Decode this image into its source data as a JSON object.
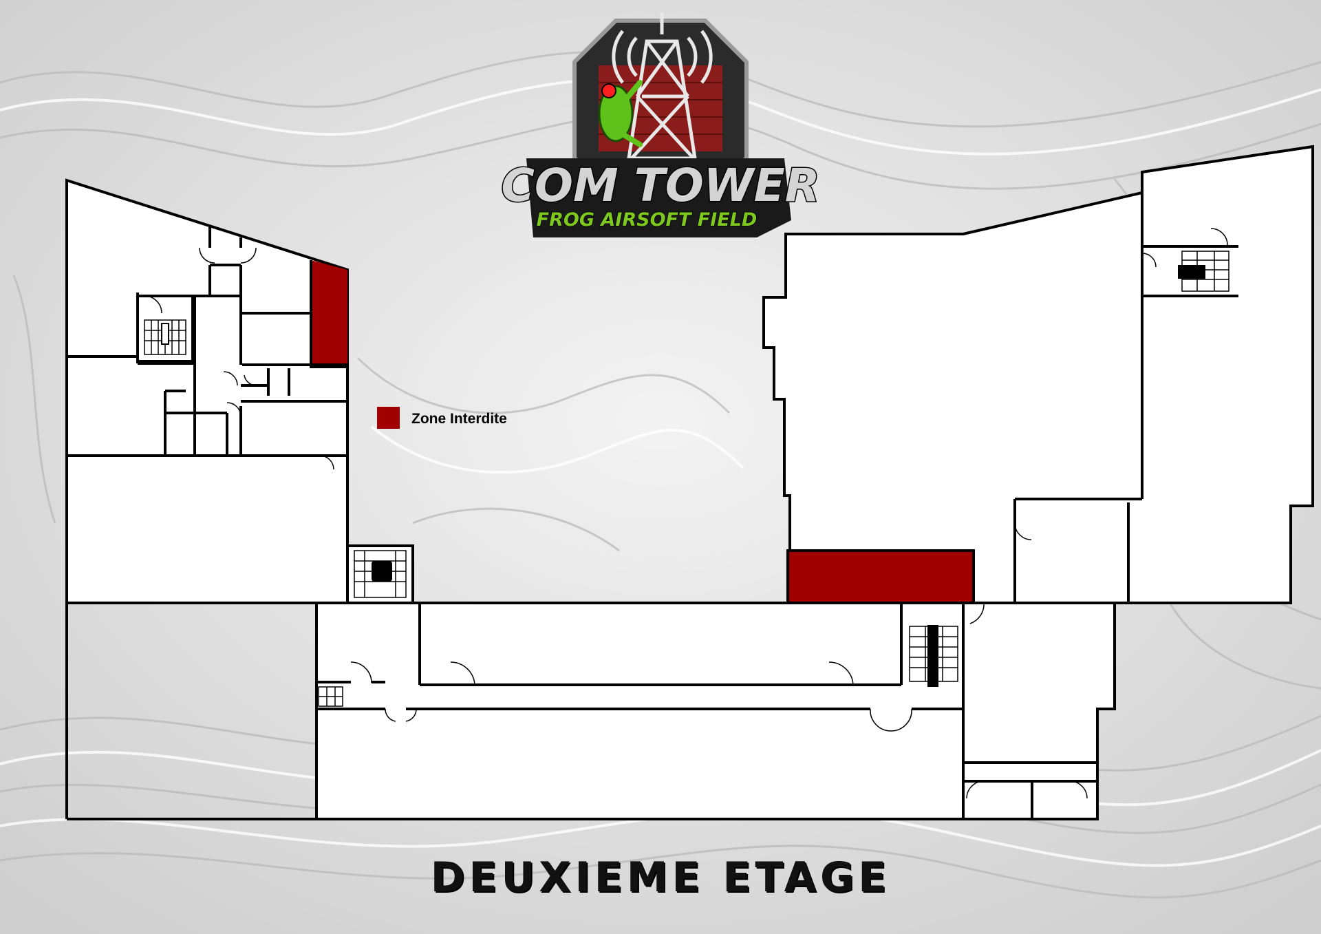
{
  "logo": {
    "line1": "COM TOWER",
    "line2": "FROG AIRSOFT FIELD"
  },
  "legend": {
    "label": "Zone Interdite",
    "color": "#a00000"
  },
  "floor_title": "DEUXIEME ETAGE",
  "colors": {
    "wall": "#000000",
    "room_fill": "#ffffff",
    "forbidden": "#a00000",
    "background": "#d9d9d9",
    "logo_green": "#7ec820",
    "logo_silver": "#c9c9c9",
    "logo_badge": "#2b2b2b",
    "logo_brick": "#8a1c1c"
  }
}
